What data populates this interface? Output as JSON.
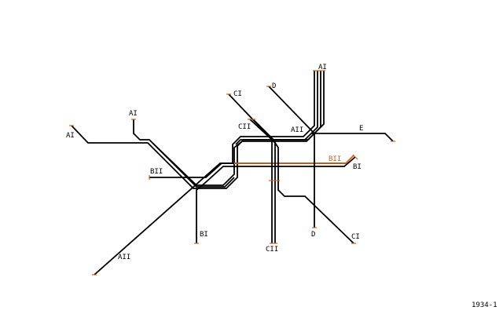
{
  "colors": {
    "background": "#ffffff",
    "line": "#000000",
    "highlight": "#d2601a",
    "terminus": "#d2601a"
  },
  "stamp": "1934-1",
  "routes": [
    {
      "id": "AI",
      "color": "#000000"
    },
    {
      "id": "AII",
      "color": "#000000"
    },
    {
      "id": "BI",
      "color": "#000000"
    },
    {
      "id": "BII",
      "color": "#d2601a"
    },
    {
      "id": "CI",
      "color": "#000000"
    },
    {
      "id": "CII",
      "color": "#000000"
    },
    {
      "id": "D",
      "color": "#000000"
    },
    {
      "id": "E",
      "color": "#000000"
    }
  ],
  "labels": {
    "ai_west": "AI",
    "ai_northwest": "AI",
    "ai_north": "AI",
    "aii_southwest": "AII",
    "aii_center": "AII",
    "bi_south": "BI",
    "bi_east": "BI",
    "bii_west": "BII",
    "bii_east": "BII",
    "ci_north": "CI",
    "ci_southeast": "CI",
    "cii_north": "CII",
    "cii_south": "CII",
    "d_north": "D",
    "d_south": "D",
    "e_east": "E"
  }
}
